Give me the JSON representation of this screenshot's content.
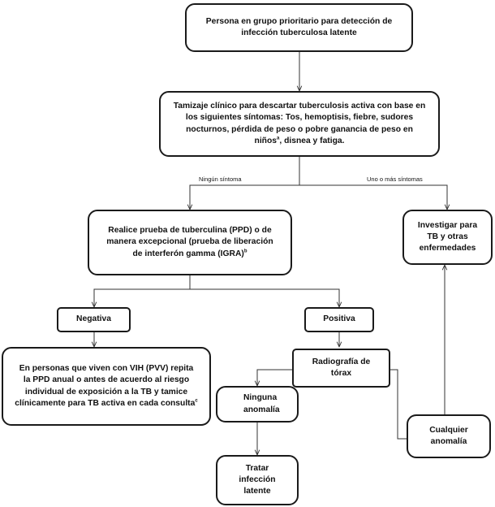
{
  "nodes": {
    "n1": {
      "text": "Persona en grupo prioritario  para detección de infección tuberculosa latente"
    },
    "n2": {
      "text": "Tamizaje  clínico para descartar tuberculosis activa con base en los siguientes síntomas: Tos, hemoptisis, fiebre, sudores nocturnos, pérdida de peso o pobre ganancia de peso en niños",
      "sup": "a",
      "tail": ", disnea y fatiga."
    },
    "n3": {
      "text": "Realice prueba de tuberculina (PPD) o de manera excepcional (prueba de liberación de interferón gamma (IGRA)",
      "sup": "b",
      "tail": ""
    },
    "n4": {
      "text": "Investigar para TB y otras enfermedades"
    },
    "n5": {
      "text": "Negativa"
    },
    "n6": {
      "text": "Positiva"
    },
    "n7": {
      "text": "En personas que viven con VIH (PVV) repita la PPD anual o antes de acuerdo al riesgo individual de exposición a la TB y tamice clínicamente para TB activa en cada consulta",
      "sup": "c",
      "tail": ""
    },
    "n8": {
      "text": "Radiografía de tórax"
    },
    "n9": {
      "text": "Ninguna anomalía"
    },
    "n10": {
      "text": "Cualquier anomalía"
    },
    "n11": {
      "text": "Tratar infección latente"
    }
  },
  "edge_labels": {
    "ningun": "Ningún síntoma",
    "uno": "Uno o más síntomas"
  }
}
